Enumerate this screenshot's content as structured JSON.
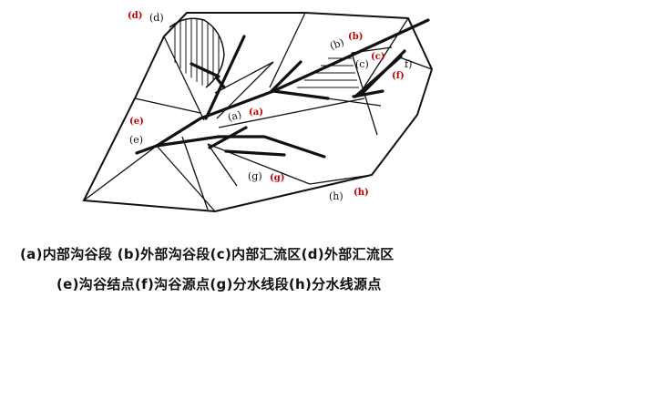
{
  "labels": {
    "a": "(a)",
    "b": "(b)",
    "c": "(c)",
    "d": "(d)",
    "e": "(e)",
    "f": "f)",
    "g": "(g)",
    "h": "(h)"
  },
  "red_labels": {
    "a": "(a)",
    "b": "(b)",
    "c": "(c)",
    "d": "(d)",
    "e": "(e)",
    "f": "(f)",
    "g": "(g)",
    "h": "(h)"
  },
  "caption": {
    "line1": "(a)内部沟谷段  (b)外部沟谷段(c)内部汇流区(d)外部汇流区",
    "line2": "(e)沟谷结点(f)沟谷源点(g)分水线段(h)分水线源点"
  },
  "colors": {
    "ink": "#111111",
    "annotation": "#c00000",
    "background": "#ffffff"
  }
}
